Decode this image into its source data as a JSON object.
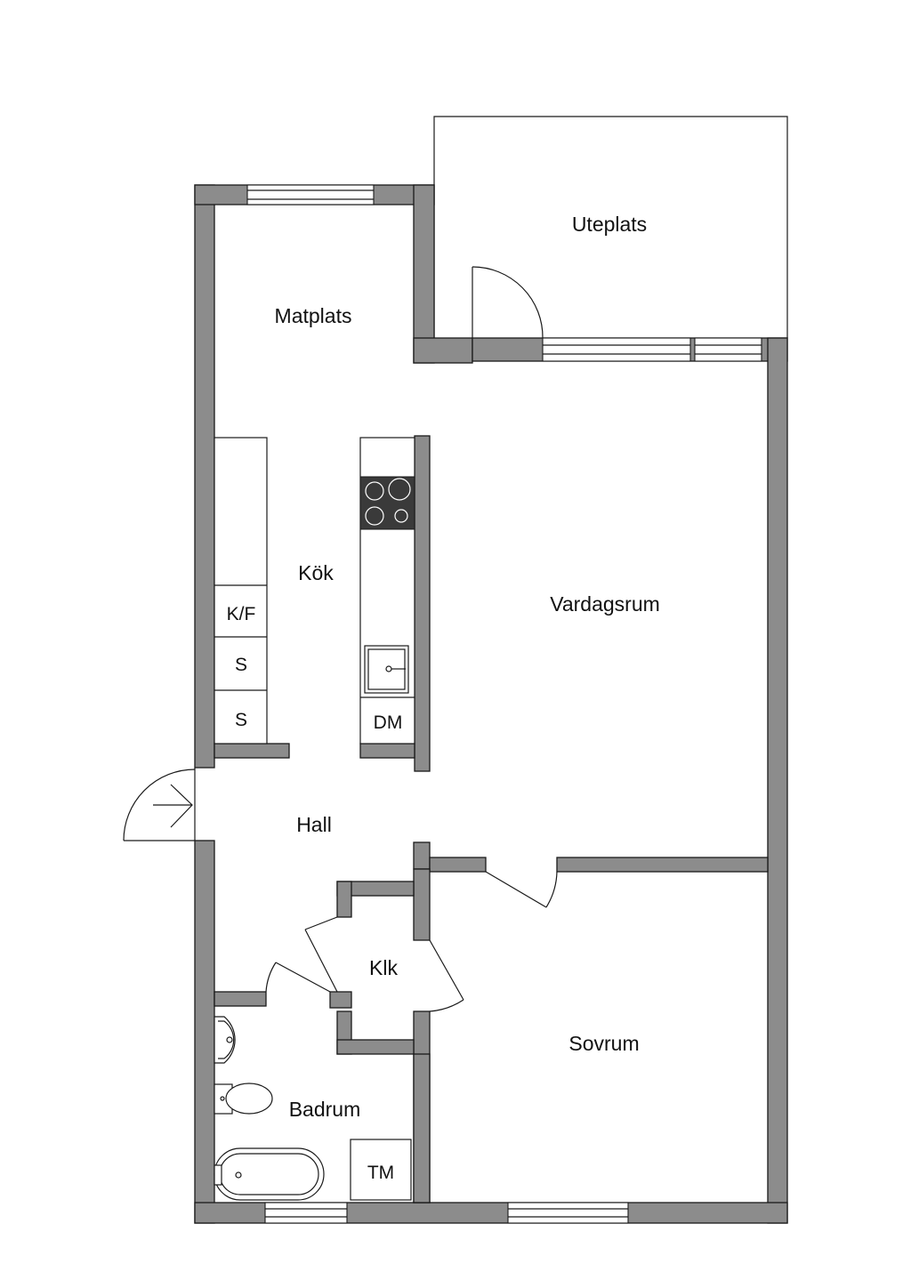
{
  "rooms": {
    "uteplats": "Uteplats",
    "matplats": "Matplats",
    "kok": "Kök",
    "vardagsrum": "Vardagsrum",
    "hall": "Hall",
    "klk": "Klk",
    "badrum": "Badrum",
    "sovrum": "Sovrum"
  },
  "appliances": {
    "kf": "K/F",
    "s1": "S",
    "s2": "S",
    "dm": "DM",
    "tm": "TM"
  },
  "colors": {
    "wall_fill": "#8c8c8c",
    "line": "#1a1a1a",
    "background": "#ffffff"
  }
}
